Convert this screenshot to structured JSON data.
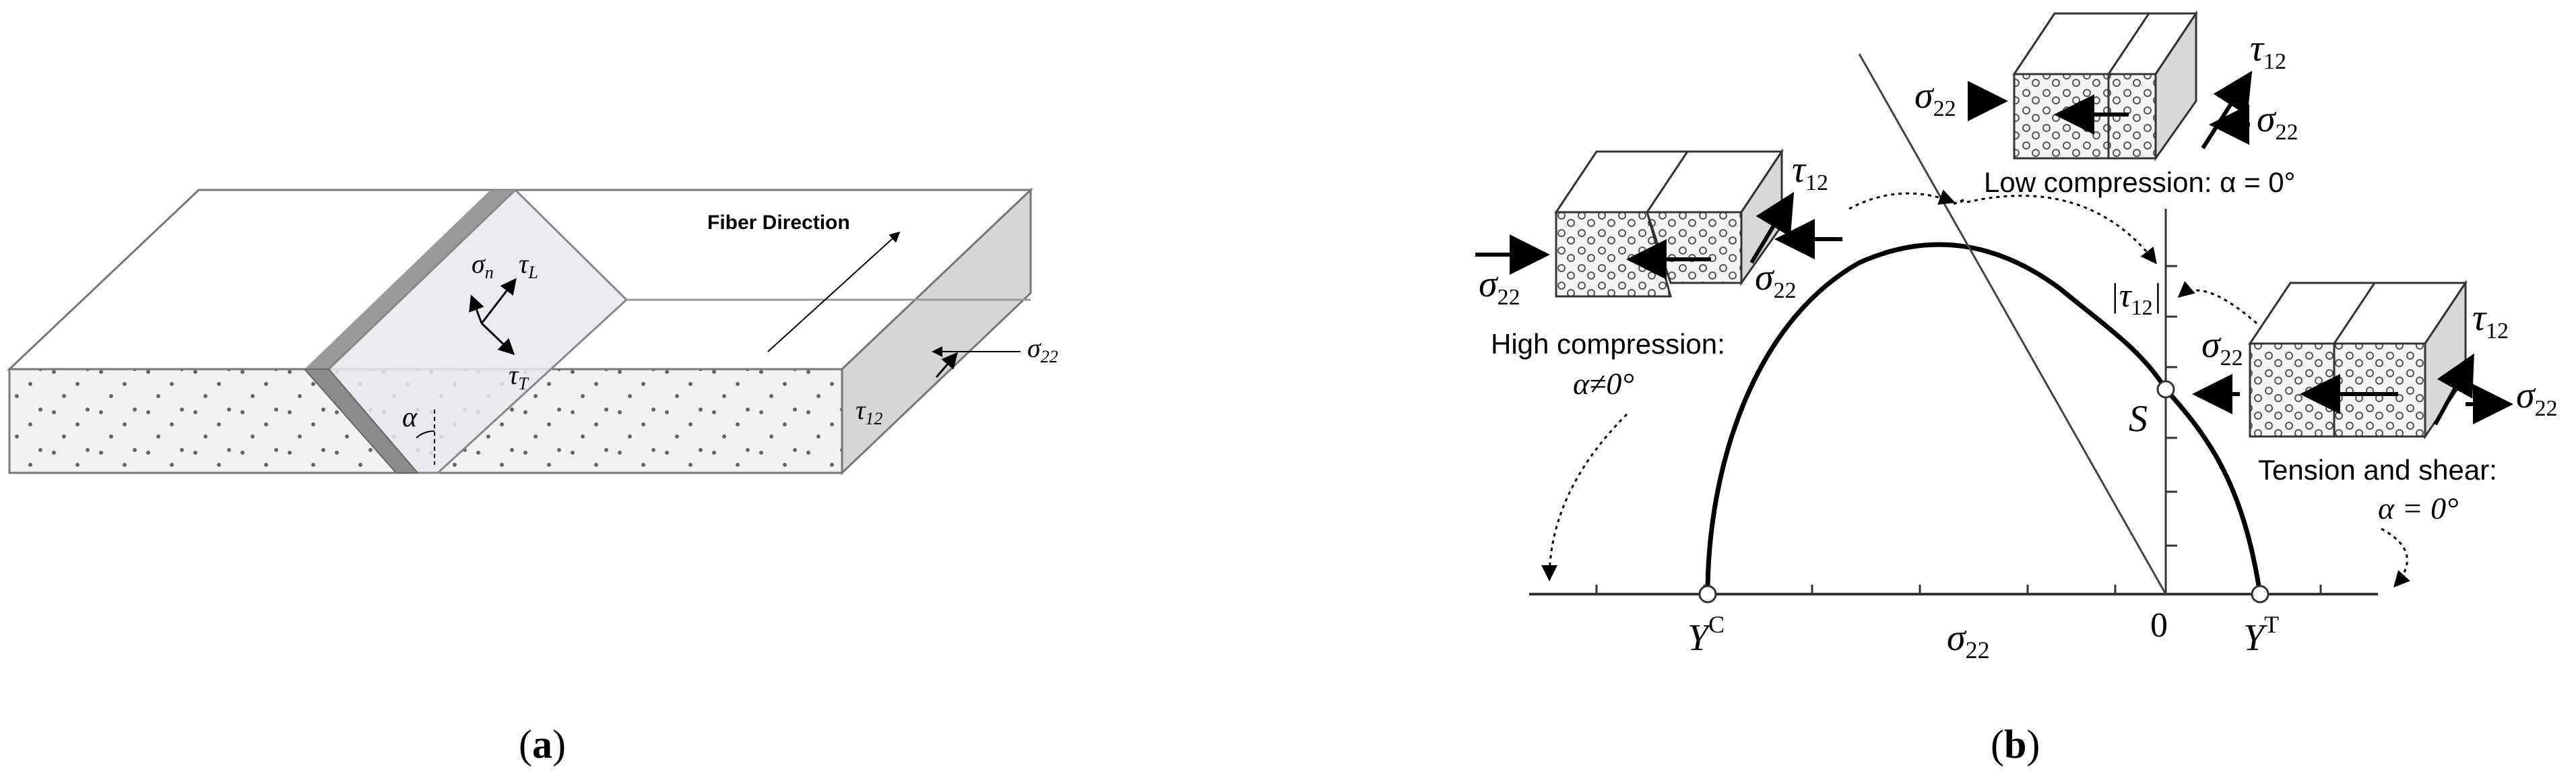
{
  "panel_a": {
    "caption_open": "(",
    "caption_letter": "a",
    "caption_close": ")",
    "fiber_direction_label": "Fiber Direction",
    "sigma_n": "σ",
    "sigma_n_sub": "n",
    "tau_L": "τ",
    "tau_L_sub": "L",
    "tau_T": "τ",
    "tau_T_sub": "T",
    "alpha": "α",
    "tau12": "τ",
    "tau12_sub": "12",
    "sigma22": "σ",
    "sigma22_sub": "22"
  },
  "panel_b": {
    "caption_open": "(",
    "caption_letter": "b",
    "caption_close": ")",
    "low_compression": "Low compression: α = 0°",
    "high_compression": "High compression:",
    "high_alpha": "α≠0°",
    "tension_shear": "Tension and shear:",
    "tension_alpha": "α = 0°",
    "tau12_abs": "|τ",
    "tau12_abs_sub": "12",
    "tau12_abs_close": "|",
    "S": "S",
    "Yc": "Y",
    "Yc_sup": "C",
    "Yt": "Y",
    "Yt_sup": "T",
    "zero": "0",
    "sigma": "σ",
    "sub22": "22",
    "tau": "τ",
    "sub12": "12"
  }
}
